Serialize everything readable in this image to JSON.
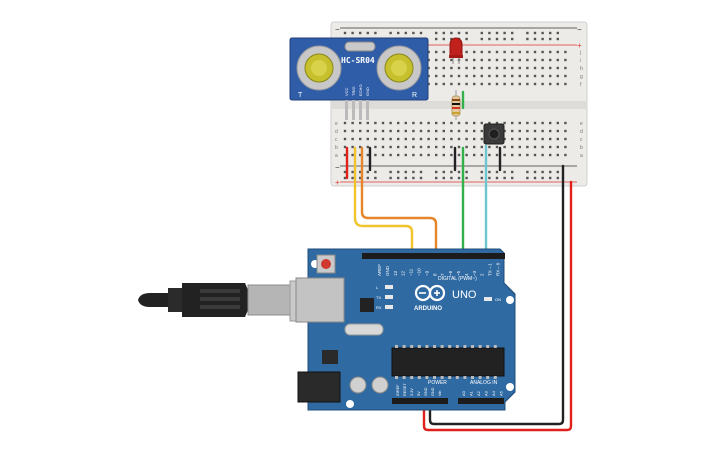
{
  "sensor": {
    "model": "HC-SR04",
    "left_mark": "T",
    "right_mark": "R",
    "pins": [
      "VCC",
      "TRIG",
      "ECHO",
      "GND"
    ]
  },
  "arduino": {
    "brand": "ARDUINO",
    "model": "UNO",
    "digital_header_label": "DIGITAL (PWM~)",
    "digital_pins": [
      "AREF",
      "GND",
      "13",
      "12",
      "~11",
      "~10",
      "~9",
      "8",
      "7",
      "~6",
      "~5",
      "4",
      "~3",
      "2",
      "TX→1",
      "RX←0"
    ],
    "power_label": "POWER",
    "power_pins": [
      "IOREF",
      "RESET",
      "3.3V",
      "5V",
      "GND",
      "GND",
      "Vin"
    ],
    "analog_label": "ANALOG IN",
    "analog_pins": [
      "A0",
      "A1",
      "A2",
      "A3",
      "A4",
      "A5"
    ],
    "leds": [
      "L",
      "TX",
      "RX"
    ],
    "on_label": "ON"
  },
  "breadboard": {
    "row_letters_top": [
      "j",
      "i",
      "h",
      "g",
      "f"
    ],
    "row_letters_bottom": [
      "e",
      "d",
      "c",
      "b",
      "a"
    ],
    "column_count": 30,
    "rail_minus": "−",
    "rail_plus": "+"
  },
  "colors": {
    "wire_red": "#e0201b",
    "wire_black": "#222222",
    "wire_yellow": "#f2c42c",
    "wire_orange": "#e6862a",
    "wire_green": "#34b04a",
    "wire_cyan": "#6cc5cf",
    "arduino_blue": "#2f6aa3",
    "sensor_blue": "#2f5da8",
    "led_red": "#c0211d"
  }
}
